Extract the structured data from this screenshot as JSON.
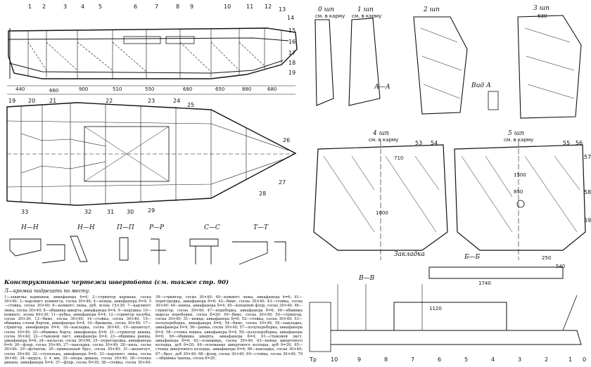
{
  "caption": "Конструктивные чертежи швертбота (см. также стр. 90)",
  "note": "Л—кромка подрезать по месту.",
  "legend": "1—защитка карманов, авиафанера δ=4; 2—стрингер кармана, сосна 30×40; 3—карлингс комингса, сосна 30×40; 4—концы, авиафанера δ=4; 5—стойка, сосна 30×40; 6—комингс люка, дуб, ясень 15×30; 7—карлингс люка, сосна 30×40; 8—обшивка шверта, авиафанера δ=4; 9—подушка; 10—комингс, ясень 60×30; 11—рубка, авиафанера δ=4; 12—стрингер палубы, сосна 20×30; 13—бимс, сосна 30×40; 14—стойка, сосна 30×40; 15—обшивка слоем бортов, авиафанера δ=4; 16—брешень, сосна 30×40; 17—стрингер, авиафанера δ=4; 18—накладка, сосна 30×40; 19—шпангоут, сосна 30×40; 20—обшивка борта, авиафанера δ=6; 21—стрингер днища, сосна 30×40; 22—стыковой лист, авиафанера δ=4; 23—обшивка днища, авиафанера δ=6; 24—кильсон, сосна 30×90; 25—перегородка, авиафанера δ=6; 26—флор, сосна 30×40; 27—накладка, сосна 30×40; 28—киль, сосна 30×40; 29—футшток; 30—привальный брус, сосна 30×40; 31—шпангоут, сосна 30×40; 32—ступенька, авиафанера δ=6; 33—карлингс люка, сосна 30×40; 34—шуруп, ∅ 4 мм; 35—опора дивана, сосна 30×40; 36—стенка дивана, авиафанера δ=4; 37—флор, сосна δ=30; 38—стойка, сосна 30×40; 39—стрингер, сосна 30×40; 40—комингс люка, авиафанера δ=6; 41—перегородка, авиафанера δ=6; 42—бимс, сосна 30×40; 43—стойка, сосна 30×40; 44—кница, авиафанера δ=4; 45—концевой флор, сосна 30×40; 46—стрингер, сосна 30×40; 47—переборка, авиафанера δ=6; 48—обшивка выреза переборки, сосна δ=20; 49—бимс, сосна 30×40; 50—стрингер, сосна 30×40; 51—кница, авиафанера δ=6; 52—стойка, сосна 30×40; 53—полупереборка, авиафанера δ=6; 54—бимс, сосна 30×40; 55—накладка, авиафанера δ=4; 56—рамка, сосна 30×40; 57—полупереборка, авиафанера δ=4; 58—стенка ящика, авиафанера δ=4; 59—полупереборка, авиафанера δ=6; 60—обшивка шверта, авиафанера δ=4; 61—стыковой лист, авиафанера δ=6; 62—планширь, сосна 30×40; 63—кница швертового колодца, дуб δ=20; 64—основание швертового колодца, дуб δ=20; 65—стенка швертового колодца, авиафанера δ=6; 66—накладка, сосна 30×40; 67—брус, дуб 30×40; 68—флор, сосна 30×40; 69—стойка, сосна 30×40; 70—обшивка транца, сосна δ=20.",
  "labels": {
    "top_numbers": [
      "1",
      "2",
      "3",
      "4",
      "5",
      "6",
      "7",
      "8",
      "9",
      "10",
      "11",
      "12",
      "13",
      "14"
    ],
    "side_numbers": [
      "15",
      "16",
      "17",
      "18",
      "19"
    ],
    "mid_numbers": [
      "19",
      "20",
      "21",
      "22",
      "23",
      "24",
      "25",
      "26",
      "27",
      "28",
      "29",
      "30",
      "31",
      "32",
      "33"
    ],
    "top_dims": [
      "440",
      "660",
      "900",
      "510",
      "550",
      "680",
      "650",
      "880",
      "680"
    ],
    "section_names": [
      "Н—Н",
      "Н—Н",
      "П—П",
      "Р—Р",
      "С—С",
      "Т—Т",
      "А—А"
    ],
    "right_top": [
      "0 шп",
      "1 шп",
      "2 шп",
      "3 шп",
      "Вид А"
    ],
    "right_notes": [
      "см. в карму",
      "см. в карму"
    ],
    "right_mid": [
      "4 шп",
      "5 шп",
      "см. в карму",
      "см. в карму"
    ],
    "right_mid_nums": [
      "53",
      "54",
      "55",
      "56",
      "57",
      "58",
      "59"
    ],
    "right_dims": [
      "1000",
      "1500",
      "850",
      "710",
      "630"
    ],
    "right_bottom": [
      "В—В",
      "Б—Б",
      "Закладка",
      "1740",
      "1120",
      "250",
      "540",
      "Тр",
      "10",
      "9",
      "8",
      "7",
      "6",
      "5",
      "4",
      "3",
      "2",
      "1",
      "0"
    ]
  }
}
